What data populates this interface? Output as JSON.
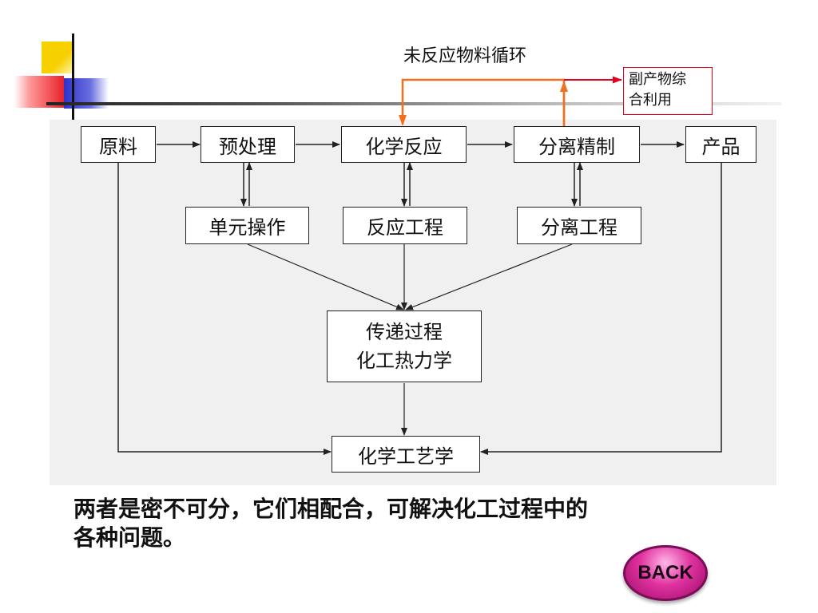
{
  "diagram": {
    "loop_label": "未反应物料循环",
    "byproduct_label": [
      "副产物综",
      "合利用"
    ],
    "top_row": [
      "原料",
      "预处理",
      "化学反应",
      "分离精制",
      "产品"
    ],
    "middle_row": [
      "单元操作",
      "反应工程",
      "分离工程"
    ],
    "theory_box": [
      "传递过程",
      "化工热力学"
    ],
    "bottom_box": "化学工艺学"
  },
  "caption": {
    "line1": "两者是密不可分，它们相配合，可解决化工过程中的",
    "line2": "各种问题。"
  },
  "nav": {
    "back_label": "BACK"
  },
  "colors": {
    "loop_arrow": "#f07020",
    "byproduct_arrow": "#e3001b",
    "line": "#222222"
  }
}
